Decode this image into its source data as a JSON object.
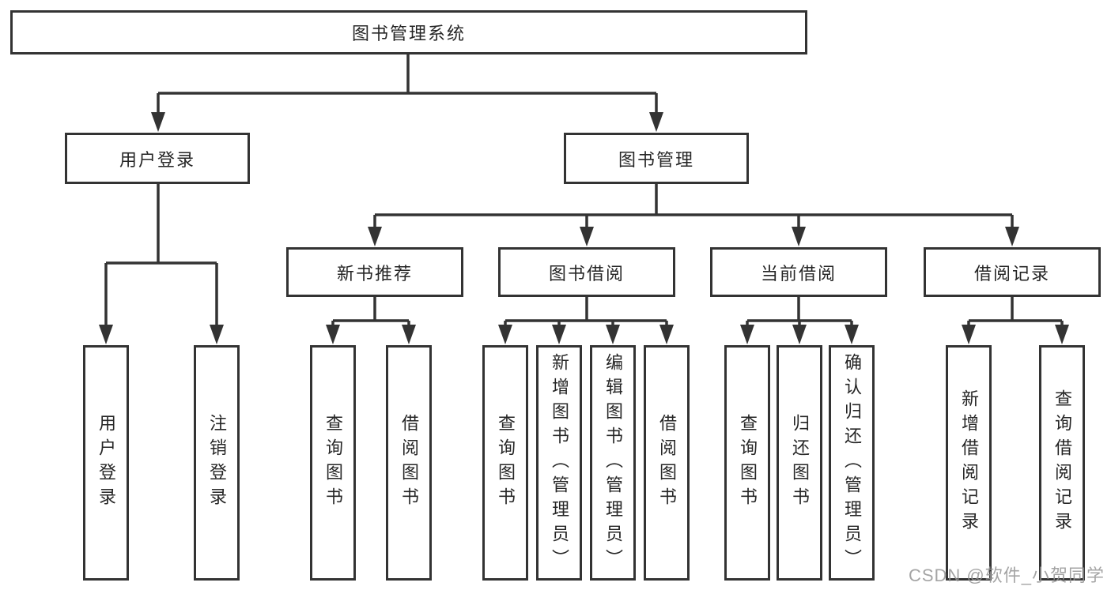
{
  "diagram": {
    "type": "tree",
    "colors": {
      "line": "#333333",
      "box_border": "#333333",
      "box_fill": "#ffffff",
      "text": "#262626",
      "watermark": "#949494"
    },
    "nodes": {
      "root": {
        "label": "图书管理系统"
      },
      "user_login": {
        "label": "用户登录"
      },
      "book_mgmt": {
        "label": "图书管理"
      },
      "new_books": {
        "label": "新书推荐"
      },
      "book_borrow": {
        "label": "图书借阅"
      },
      "current_borrow": {
        "label": "当前借阅"
      },
      "borrow_records": {
        "label": "借阅记录"
      },
      "leaf_user_login": {
        "label": "用户登录"
      },
      "leaf_logout": {
        "label": "注销登录"
      },
      "leaf_new_query": {
        "label": "查询图书"
      },
      "leaf_new_borrow": {
        "label": "借阅图书"
      },
      "leaf_bor_query": {
        "label": "查询图书"
      },
      "leaf_bor_add": {
        "label": "新增图书（管理员）"
      },
      "leaf_bor_edit": {
        "label": "编辑图书（管理员）"
      },
      "leaf_bor_borrow": {
        "label": "借阅图书"
      },
      "leaf_cur_query": {
        "label": "查询图书"
      },
      "leaf_cur_return": {
        "label": "归还图书"
      },
      "leaf_cur_confirm": {
        "label": "确认归还（管理员）"
      },
      "leaf_rec_add": {
        "label": "新增借阅记录"
      },
      "leaf_rec_query": {
        "label": "查询借阅记录"
      }
    },
    "edges": [
      {
        "from": "root",
        "to": [
          "user_login",
          "book_mgmt"
        ]
      },
      {
        "from": "user_login",
        "to": [
          "leaf_user_login",
          "leaf_logout"
        ]
      },
      {
        "from": "book_mgmt",
        "to": [
          "new_books",
          "book_borrow",
          "current_borrow",
          "borrow_records"
        ]
      },
      {
        "from": "new_books",
        "to": [
          "leaf_new_query",
          "leaf_new_borrow"
        ]
      },
      {
        "from": "book_borrow",
        "to": [
          "leaf_bor_query",
          "leaf_bor_add",
          "leaf_bor_edit",
          "leaf_bor_borrow"
        ]
      },
      {
        "from": "current_borrow",
        "to": [
          "leaf_cur_query",
          "leaf_cur_return",
          "leaf_cur_confirm"
        ]
      },
      {
        "from": "borrow_records",
        "to": [
          "leaf_rec_add",
          "leaf_rec_query"
        ]
      }
    ],
    "watermark": "CSDN @软件_小贺同学"
  }
}
